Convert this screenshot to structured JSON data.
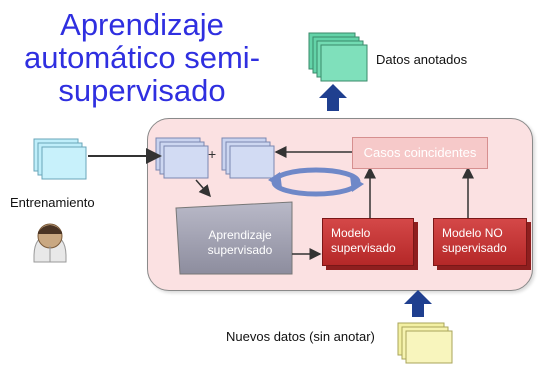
{
  "title": "Aprendizaje automático semi-supervisado",
  "labels": {
    "datos_anotados": "Datos anotados",
    "entrenamiento": "Entrenamiento",
    "nuevos_datos": "Nuevos datos (sin anotar)",
    "casos_coincidentes": "Casos coincidentes",
    "aprendizaje_supervisado": "Aprendizaje supervisado",
    "modelo_supervisado": "Modelo supervisado",
    "modelo_no_supervisado": "Modelo NO supervisado",
    "plus": "+"
  },
  "colors": {
    "title": "#2f2fe0",
    "panel": "#fbe1e2",
    "modelo": "#c43838",
    "annotated_docs": "#63d3a8",
    "training_docs": "#bfeefa",
    "new_docs": "#f6f3b0",
    "arrow_up": "#1f3f8f"
  }
}
